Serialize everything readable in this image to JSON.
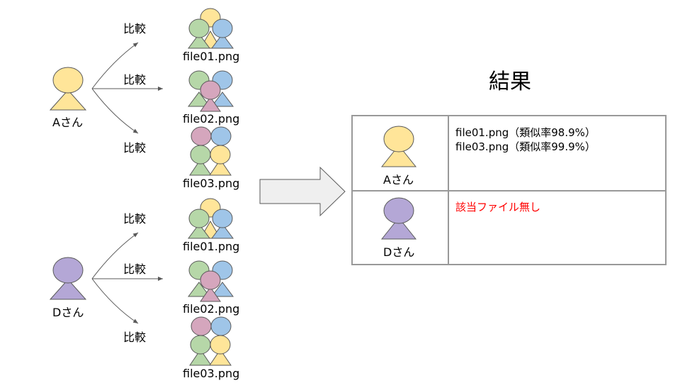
{
  "colors": {
    "yellow": "#ffe599",
    "purple": "#b4a7d6",
    "green": "#b6d7a8",
    "blue": "#9fc5e8",
    "pink": "#d5a6bd",
    "stroke": "#595959",
    "table_border": "#999999",
    "arrow_fill": "#efefef",
    "no_match": "#ff0000"
  },
  "person_a": {
    "label": "Aさん"
  },
  "person_d": {
    "label": "Dさん"
  },
  "compare_label": "比較",
  "files_a": [
    "file01.png",
    "file02.png",
    "file03.png"
  ],
  "files_d": [
    "file01.png",
    "file02.png",
    "file03.png"
  ],
  "result": {
    "title": "結果",
    "rows": [
      {
        "person": "Aさん",
        "lines": [
          "file01.png（類似率98.9%）",
          "file03.png（類似率99.9%）"
        ]
      },
      {
        "person": "Dさん",
        "lines": [
          "該当ファイル無し"
        ]
      }
    ]
  }
}
